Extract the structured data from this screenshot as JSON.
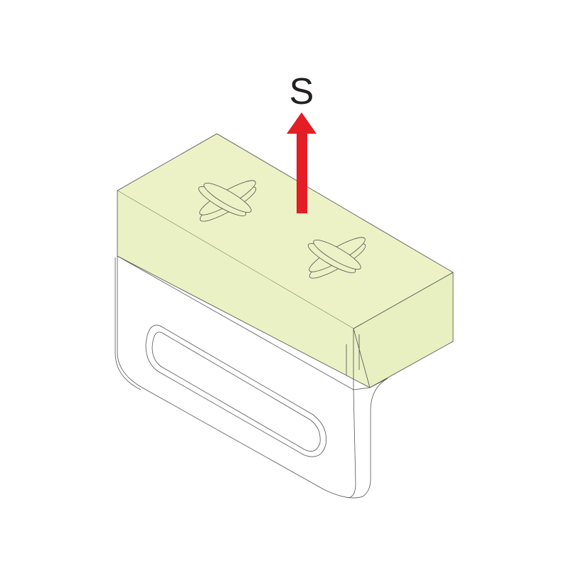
{
  "diagram": {
    "pole_label": "S",
    "colors": {
      "magnet_fill": "#ecf2c6",
      "bracket_fill": "#ffffff",
      "outline": "#4d4d4d",
      "arrow": "#e31e25",
      "label": "#231f20"
    },
    "icons": [
      "magnet-block",
      "mounting-bracket",
      "screw-cross-mark",
      "arrow-up"
    ]
  }
}
